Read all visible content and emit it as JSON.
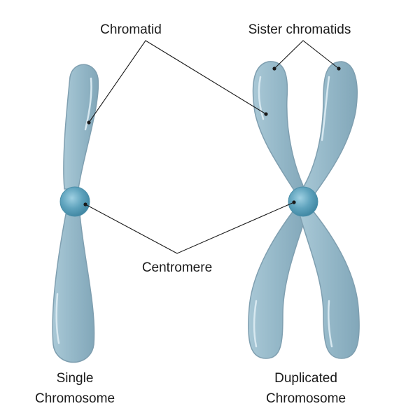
{
  "labels": {
    "chromatid": "Chromatid",
    "sister_chromatids": "Sister chromatids",
    "centromere": "Centromere",
    "single_chromosome_line1": "Single",
    "single_chromosome_line2": "Chromosome",
    "duplicated_chromosome_line1": "Duplicated",
    "duplicated_chromosome_line2": "Chromosome"
  },
  "colors": {
    "chromatid_fill": "#96b9c9",
    "chromatid_stroke": "#7f9fb0",
    "highlight": "#d7e8f0",
    "centromere_fill": "#5fa3bd",
    "centromere_center": "#9fd0e2",
    "line": "#1a1a1a"
  }
}
